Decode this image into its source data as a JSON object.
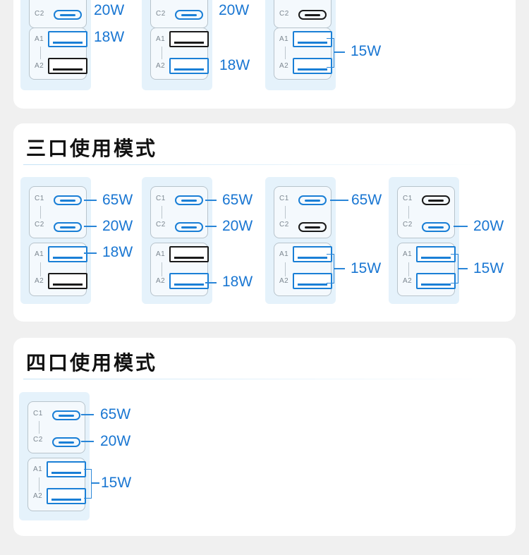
{
  "sections": [
    {
      "title": "",
      "diagrams": [
        {
          "c2": "on",
          "a1": "on",
          "a2": "off",
          "labels": {
            "c2": "C2",
            "a1": "A1",
            "a2": "A2"
          },
          "w_c2": "20W",
          "w_a1": "18W"
        },
        {
          "c2": "on",
          "a1": "off",
          "a2": "on",
          "labels": {
            "c2": "C2",
            "a1": "A1",
            "a2": "A2"
          },
          "w_c2": "20W",
          "w_a2": "18W"
        },
        {
          "c2": "off",
          "a1": "on",
          "a2": "on",
          "labels": {
            "c2": "C2",
            "a1": "A1",
            "a2": "A2"
          },
          "w_a12": "15W"
        }
      ]
    },
    {
      "title": "三口使用模式",
      "diagrams": [
        {
          "labels": {
            "c1": "C1",
            "c2": "C2",
            "a1": "A1",
            "a2": "A2"
          },
          "w_c1": "65W",
          "w_c2": "20W",
          "w_a1": "18W"
        },
        {
          "labels": {
            "c1": "C1",
            "c2": "C2",
            "a1": "A1",
            "a2": "A2"
          },
          "w_c1": "65W",
          "w_c2": "20W",
          "w_a2": "18W"
        },
        {
          "labels": {
            "c1": "C1",
            "c2": "C2",
            "a1": "A1",
            "a2": "A2"
          },
          "w_c1": "65W",
          "w_a12": "15W"
        },
        {
          "labels": {
            "c1": "C1",
            "c2": "C2",
            "a1": "A1",
            "a2": "A2"
          },
          "w_c2": "20W",
          "w_a12": "15W"
        }
      ]
    },
    {
      "title": "四口使用模式",
      "diagrams": [
        {
          "labels": {
            "c1": "C1",
            "c2": "C2",
            "a1": "A1",
            "a2": "A2"
          },
          "w_c1": "65W",
          "w_c2": "20W",
          "w_a12": "15W"
        }
      ]
    }
  ],
  "colors": {
    "active": "#1a7fd6",
    "inactive": "#1a1a1a",
    "text": "#1976d2"
  }
}
